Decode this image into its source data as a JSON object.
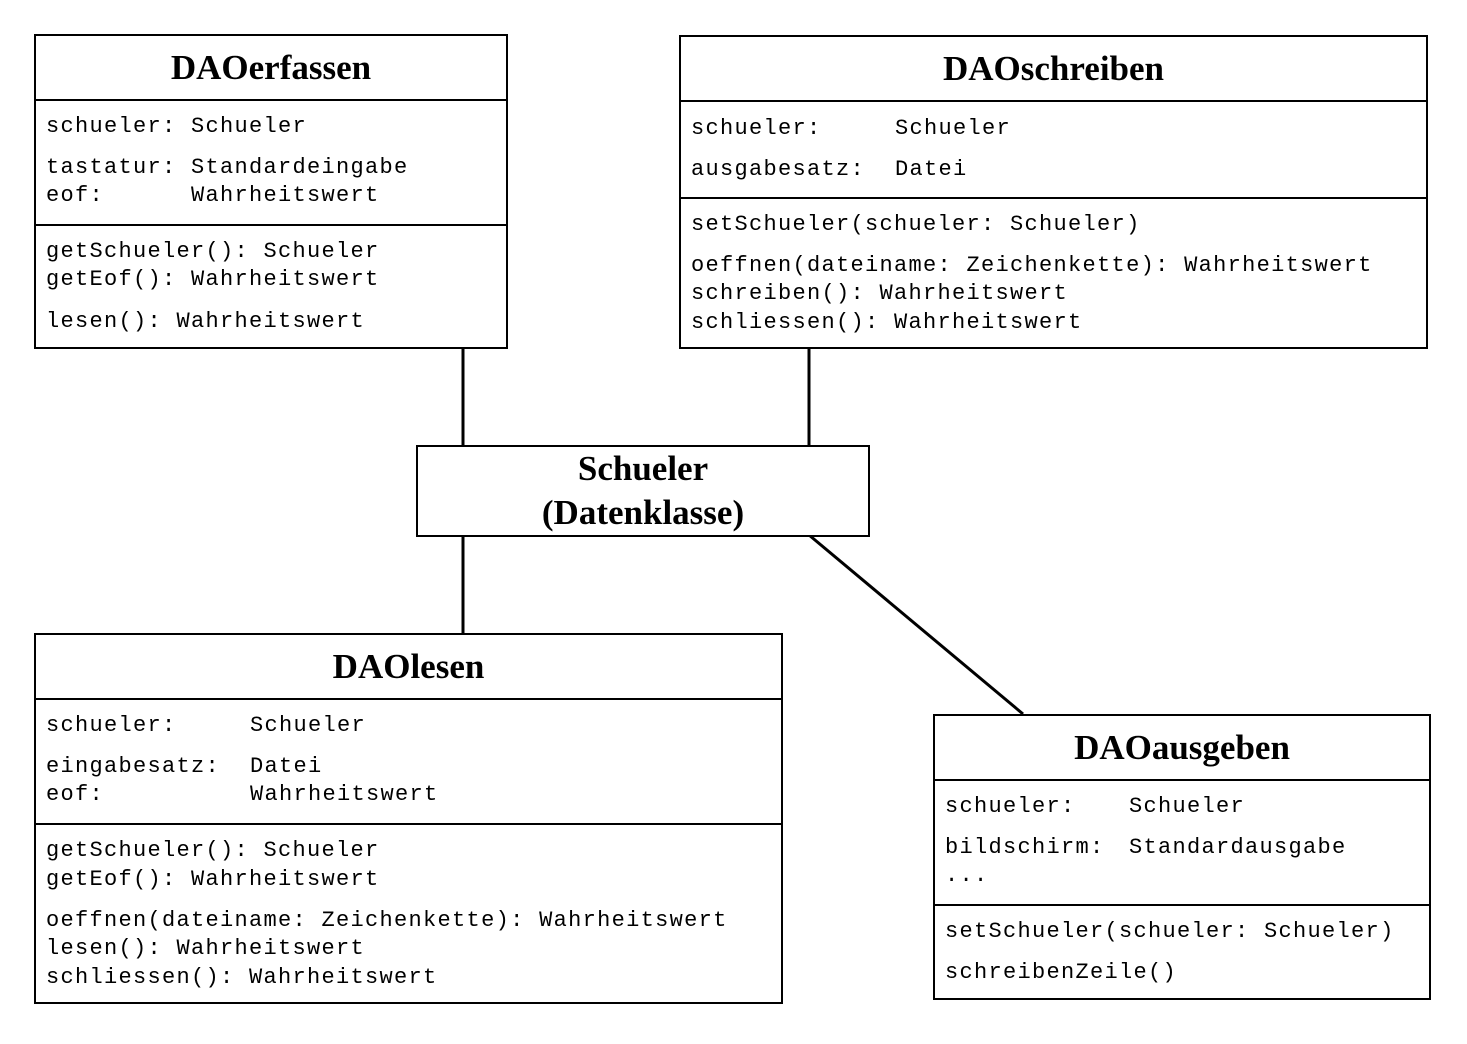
{
  "classes": {
    "daoerfassen": {
      "name": "DAOerfassen",
      "attributes": [
        {
          "name": "schueler:",
          "type": "Schueler"
        },
        {
          "name": "tastatur:",
          "type": "Standardeingabe"
        },
        {
          "name": "eof:",
          "type": "Wahrheitswert"
        }
      ],
      "methods": [
        "getSchueler(): Schueler",
        "getEof(): Wahrheitswert",
        "lesen(): Wahrheitswert"
      ]
    },
    "daoschreiben": {
      "name": "DAOschreiben",
      "attributes": [
        {
          "name": "schueler:",
          "type": "Schueler"
        },
        {
          "name": "ausgabesatz:",
          "type": "Datei"
        }
      ],
      "methods": [
        "setSchueler(schueler: Schueler)",
        "oeffnen(dateiname: Zeichenkette): Wahrheitswert",
        "schreiben(): Wahrheitswert",
        "schliessen(): Wahrheitswert"
      ]
    },
    "schueler": {
      "name": "Schueler",
      "stereotype": "(Datenklasse)"
    },
    "daolesen": {
      "name": "DAOlesen",
      "attributes": [
        {
          "name": "schueler:",
          "type": "Schueler"
        },
        {
          "name": "eingabesatz:",
          "type": "Datei"
        },
        {
          "name": "eof:",
          "type": "Wahrheitswert"
        }
      ],
      "methods": [
        "getSchueler(): Schueler",
        "getEof(): Wahrheitswert",
        "oeffnen(dateiname: Zeichenkette): Wahrheitswert",
        "lesen(): Wahrheitswert",
        "schliessen(): Wahrheitswert"
      ]
    },
    "daoausgeben": {
      "name": "DAOausgeben",
      "attributes": [
        {
          "name": "schueler:",
          "type": "Schueler"
        },
        {
          "name": "bildschirm:",
          "type": "Standardausgabe"
        },
        {
          "name": "...",
          "type": ""
        }
      ],
      "methods": [
        "setSchueler(schueler: Schueler)",
        "schreibenZeile()"
      ]
    }
  }
}
